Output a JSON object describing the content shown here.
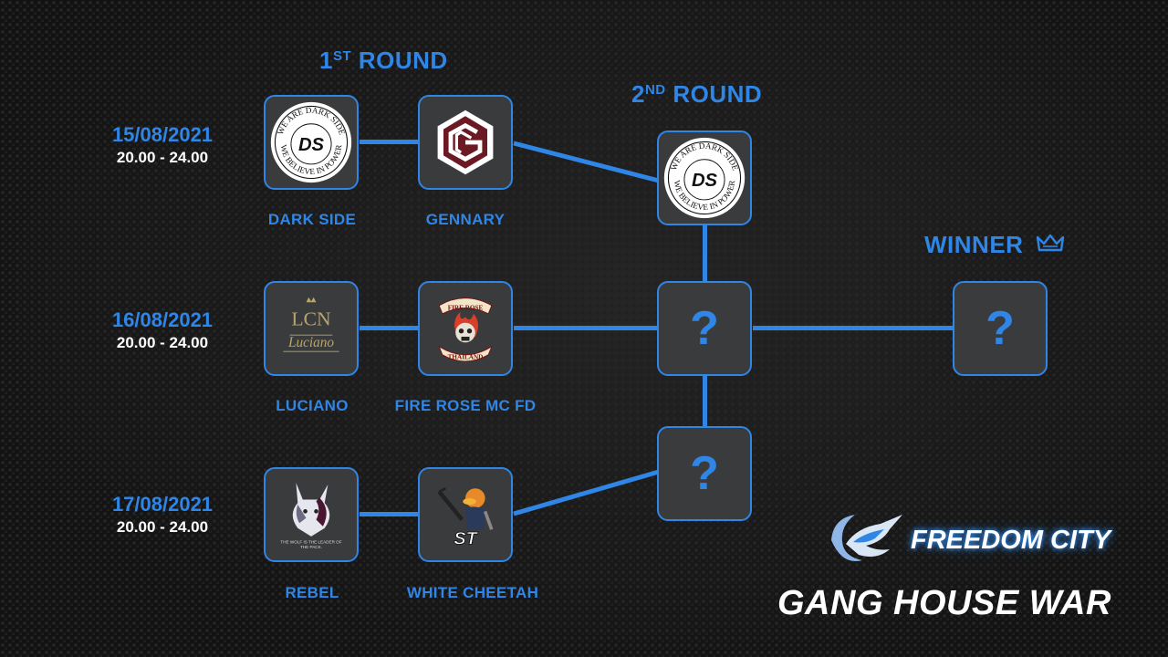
{
  "headings": {
    "round1": "1",
    "round1_sup": "ST",
    "round1_text": "ROUND",
    "round2": "2",
    "round2_sup": "ND",
    "round2_text": "ROUND",
    "winner": "WINNER"
  },
  "matches": [
    {
      "date": "15/08/2021",
      "time": "20.00 - 24.00",
      "team_a": "DARK SIDE",
      "team_b": "GENNARY"
    },
    {
      "date": "16/08/2021",
      "time": "20.00 - 24.00",
      "team_a": "LUCIANO",
      "team_b": "FIRE ROSE MC FD"
    },
    {
      "date": "17/08/2021",
      "time": "20.00 - 24.00",
      "team_a": "REBEL",
      "team_b": "WHITE CHEETAH"
    }
  ],
  "logo_text": {
    "dark_side_ring_top": "WE ARE DARK SIDE",
    "dark_side_ring_bottom": "WE BELIEVE IN POWER",
    "dark_side_monogram": "DS",
    "luciano_top": "LCN",
    "luciano_script": "Luciano",
    "fire_rose_top": "FIRE ROSE",
    "fire_rose_bottom": "THAILAND",
    "rebel_caption": "THE WOLF IS THE LEADER OF THE PACK.",
    "white_cheetah_monogram": "ST"
  },
  "unknown": "?",
  "brand": {
    "city": "FREEDOM CITY",
    "event": "GANG HOUSE WAR"
  },
  "colors": {
    "accent": "#2f86e6",
    "box": "#3a3b3d",
    "background": "#161616",
    "text": "#ffffff"
  }
}
